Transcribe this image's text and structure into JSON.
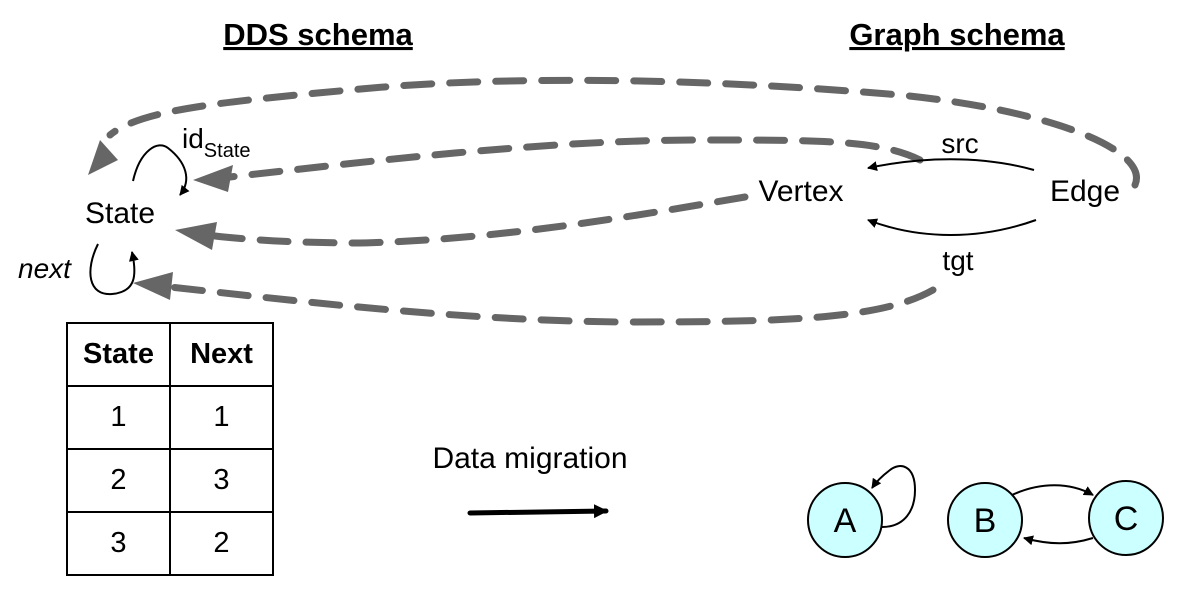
{
  "dds_schema": {
    "title": "DDS schema",
    "objects": [
      {
        "id": "State",
        "label": "State"
      }
    ],
    "morphisms": [
      {
        "id": "id_state",
        "label_main": "id",
        "label_sub": "State",
        "italic": false,
        "from": "State",
        "to": "State"
      },
      {
        "id": "next",
        "label": "next",
        "italic": true,
        "from": "State",
        "to": "State"
      }
    ]
  },
  "graph_schema": {
    "title": "Graph schema",
    "objects": [
      {
        "id": "Vertex",
        "label": "Vertex"
      },
      {
        "id": "Edge",
        "label": "Edge"
      }
    ],
    "morphisms": [
      {
        "id": "src",
        "label": "src",
        "from": "Edge",
        "to": "Vertex"
      },
      {
        "id": "tgt",
        "label": "tgt",
        "from": "Edge",
        "to": "Vertex"
      }
    ]
  },
  "functor_mappings": [
    {
      "from": "Edge",
      "to": "State",
      "style": "dashed"
    },
    {
      "from": "src",
      "to": "id_State",
      "style": "dashed"
    },
    {
      "from": "Vertex",
      "to": "State",
      "style": "dashed"
    },
    {
      "from": "tgt",
      "to": "next",
      "style": "dashed"
    }
  ],
  "dds_table": {
    "headers": [
      "State",
      "Next"
    ],
    "rows": [
      [
        "1",
        "1"
      ],
      [
        "2",
        "3"
      ],
      [
        "3",
        "2"
      ]
    ]
  },
  "migration": {
    "label": "Data migration"
  },
  "result_graph": {
    "node_fill": "#ccffff",
    "nodes": [
      {
        "id": "A",
        "label": "A"
      },
      {
        "id": "B",
        "label": "B"
      },
      {
        "id": "C",
        "label": "C"
      }
    ],
    "edges": [
      {
        "from": "A",
        "to": "A"
      },
      {
        "from": "B",
        "to": "C"
      },
      {
        "from": "C",
        "to": "B"
      }
    ]
  },
  "colors": {
    "dashed_arrow": "#666666",
    "node_fill": "#ccffff",
    "line": "#000000"
  }
}
